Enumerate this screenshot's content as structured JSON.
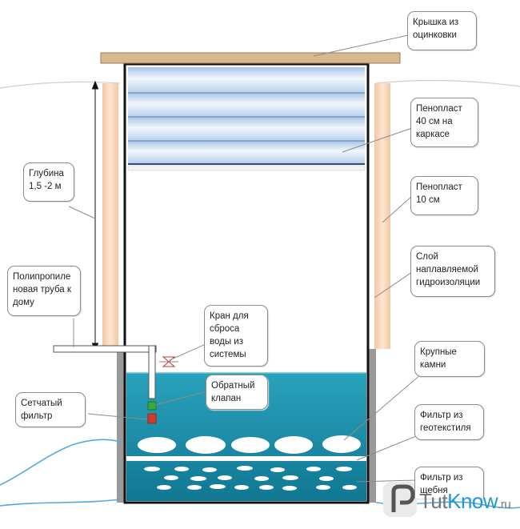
{
  "labels": {
    "lid": "Крышка из\nоцинковки",
    "foam40": "Пенопласт\n40 см на\nкаркасе",
    "foam10": "Пенопласт\n10 см",
    "waterproof": "Слой\nнаплавляемой\nгидроизоляции",
    "depth": "Глубина\n1,5 -2 м",
    "pipe": "Полипропиле\nновая труба  к\nдому",
    "drain_valve": "Кран для\nсброса\nводы из\nсистемы",
    "check_valve": "Обратный\nклапан",
    "mesh_filter": "Сетчатый\nфильтр",
    "stones": "Крупные\nкамни",
    "geotextile": "Фильтр из\nгеотекстиля",
    "gravel": "Фильтр из\nщебня"
  },
  "watermark": {
    "tut": "Tut",
    "know": "Know",
    "ru": ".ru"
  },
  "colors": {
    "water": "#1a8aa6",
    "wall": "#111111",
    "lid": "#d8b88e",
    "foam_side": "#f6d1b0",
    "foam_top": "#c4d8ee",
    "valve_green": "#38a838",
    "valve_red": "#d23a2a",
    "ground_line": "#55a8e0",
    "logo_blue": "#1e9ad6"
  }
}
